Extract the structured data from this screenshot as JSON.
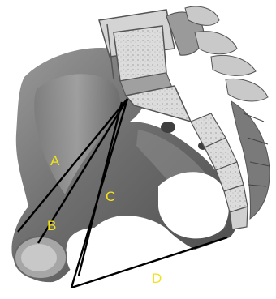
{
  "figure": {
    "labels": [
      {
        "id": "a",
        "text": "A"
      },
      {
        "id": "b",
        "text": "B"
      },
      {
        "id": "c",
        "text": "C"
      },
      {
        "id": "d",
        "text": "D"
      }
    ],
    "label_color": "#f2e21a",
    "line_color": "#000000",
    "colors": {
      "bone_dark": "#5b5b5b",
      "bone_mid": "#8d8d8d",
      "bone_light": "#bcbcbc",
      "vertebra_body": "#d9d9d9",
      "vertebra_texture": "#f0f0f0",
      "background": "#ffffff"
    }
  }
}
